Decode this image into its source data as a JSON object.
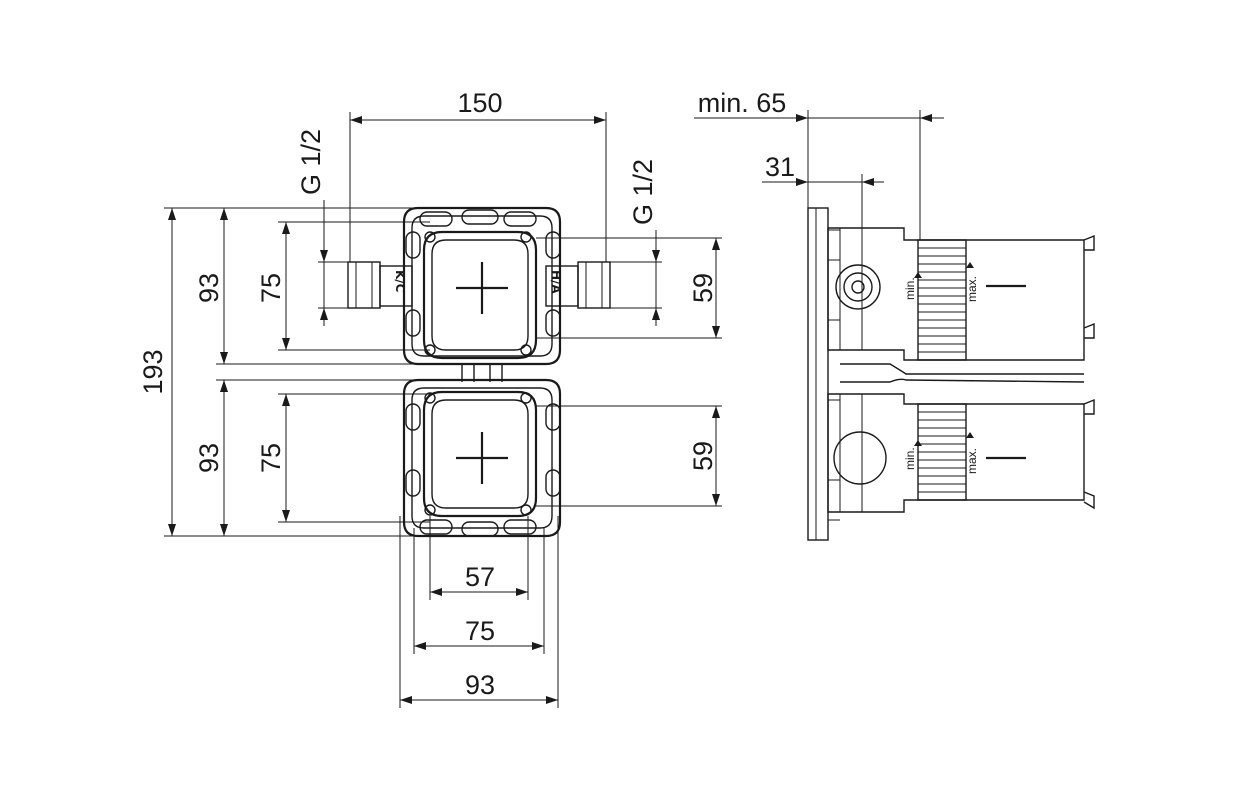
{
  "dimensions": {
    "total_width": "150",
    "min_depth": "min. 65",
    "offset": "31",
    "total_height": "193",
    "upper_height": "93",
    "upper_inner": "75",
    "lower_height": "93",
    "lower_inner": "75",
    "thread_left": "G 1/2",
    "thread_right": "G 1/2",
    "upper_right": "59",
    "lower_right": "59",
    "bottom_inner": "57",
    "bottom_mid": "75",
    "bottom_outer": "93"
  },
  "labels": {
    "cold": "K/C",
    "hot": "H/A",
    "min_upper": "min.",
    "max_upper": "max.",
    "min_lower": "min.",
    "max_lower": "max."
  }
}
